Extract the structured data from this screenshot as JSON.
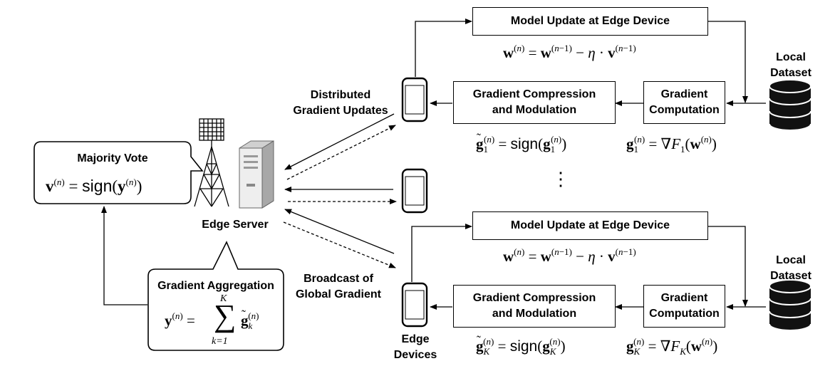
{
  "labels": {
    "distributed": "Distributed\nGradient Updates",
    "broadcast": "Broadcast of\nGlobal Gradient",
    "edge_server": "Edge Server",
    "edge_devices": "Edge\nDevices",
    "local_dataset": "Local\nDataset",
    "dots": "⋮"
  },
  "boxes": {
    "model_update": "Model Update at Edge Device",
    "compression": "Gradient  Compression\nand Modulation",
    "computation": "Gradient\nComputation"
  },
  "callouts": {
    "majority_vote": "Majority Vote",
    "aggregation": "Gradient Aggregation"
  },
  "math": {
    "sign": "sign",
    "eta": "η",
    "nabla": "∇",
    "sum": "∑",
    "k_upper": "K",
    "k_lower": "k=1"
  }
}
